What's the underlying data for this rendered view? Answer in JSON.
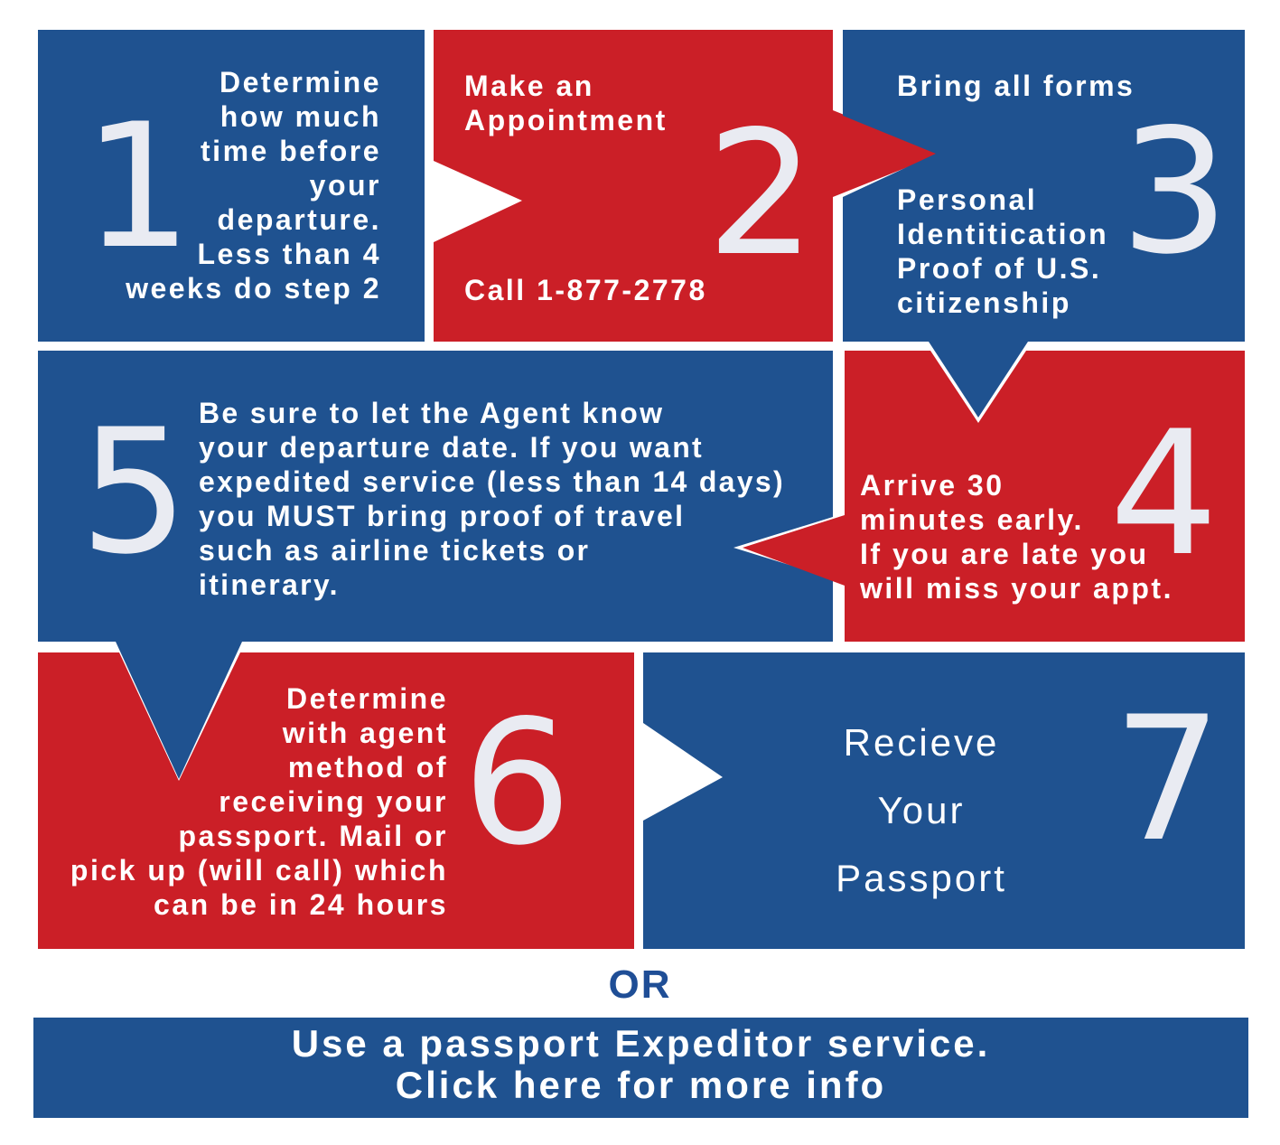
{
  "colors": {
    "blue": "#1f5290",
    "red": "#cb1f27",
    "numeral": "#e9ebf2",
    "or_text": "#1f4e96"
  },
  "steps": [
    {
      "number": "1",
      "text": "Determine\nhow much\ntime before\nyour\ndeparture.\nLess than 4\nweeks do step 2"
    },
    {
      "number": "2",
      "title": "Make an\nAppointment",
      "phone": "Call 1-877-2778"
    },
    {
      "number": "3",
      "title": "Bring all forms",
      "text": "Personal\nIdentitication\nProof of U.S.\ncitizenship"
    },
    {
      "number": "4",
      "text": "Arrive 30\nminutes early.\nIf you are late you\nwill miss your appt."
    },
    {
      "number": "5",
      "text": "Be sure to let the Agent know\nyour departure date. If you want\nexpedited service (less than 14 days)\nyou MUST bring proof of travel\nsuch as airline tickets or\nitinerary."
    },
    {
      "number": "6",
      "text": "Determine\nwith agent\nmethod of\nreceiving your\npassport. Mail or\npick up (will call) which\ncan be in 24 hours"
    },
    {
      "number": "7",
      "text": "Recieve\nYour\nPassport"
    }
  ],
  "or_label": "OR",
  "expeditor": {
    "text": "Use a passport Expeditor service.\nClick here for more info"
  }
}
